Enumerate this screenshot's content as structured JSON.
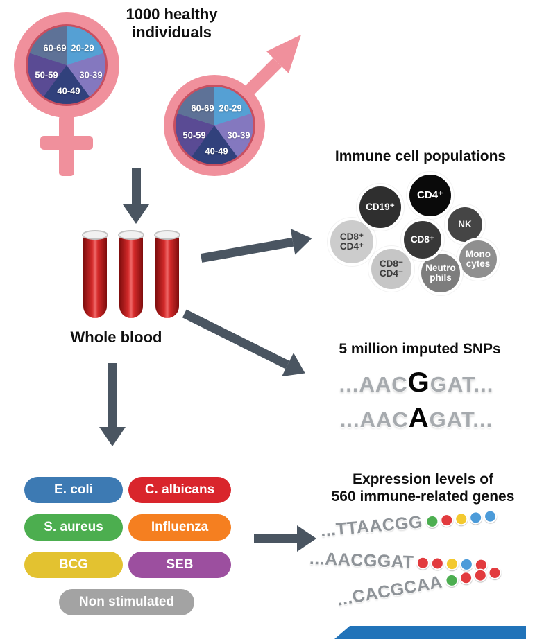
{
  "cohort": {
    "title": "1000 healthy\nindividuals",
    "age_groups": [
      "20-29",
      "30-39",
      "40-49",
      "50-59",
      "60-69"
    ],
    "age_group_colors": [
      "#55a0d4",
      "#8478bf",
      "#31417c",
      "#5a4b94",
      "#5e7297"
    ],
    "symbol_color": "#f0909c"
  },
  "whole_blood": {
    "label": "Whole blood"
  },
  "immune": {
    "title": "Immune cell populations",
    "cells": [
      {
        "label": "CD19⁺",
        "bg": "#2f2f2f",
        "fg": "#ffffff"
      },
      {
        "label": "CD4⁺",
        "bg": "#0a0a0a",
        "fg": "#ffffff"
      },
      {
        "label": "NK",
        "bg": "#454545",
        "fg": "#ffffff"
      },
      {
        "label": "CD8⁺",
        "bg": "#383838",
        "fg": "#ffffff"
      },
      {
        "label": "CD8⁺\nCD4⁺",
        "bg": "#cccccc",
        "fg": "#3c3c3c"
      },
      {
        "label": "Mono\ncytes",
        "bg": "#8f8f8f",
        "fg": "#ffffff"
      },
      {
        "label": "CD8⁻\nCD4⁻",
        "bg": "#c6c6c6",
        "fg": "#3c3c3c"
      },
      {
        "label": "Neutro\nphils",
        "bg": "#7d7d7d",
        "fg": "#ffffff"
      }
    ]
  },
  "snps": {
    "title": "5 million imputed SNPs",
    "sequences": [
      {
        "prefix": "...AAC",
        "variant": "G",
        "suffix": "GAT..."
      },
      {
        "prefix": "...AAC",
        "variant": "A",
        "suffix": "GAT..."
      }
    ]
  },
  "stimulations": [
    {
      "label": "E. coli",
      "color": "#3d7ab3"
    },
    {
      "label": "C. albicans",
      "color": "#d9252c"
    },
    {
      "label": "S. aureus",
      "color": "#4cae4f"
    },
    {
      "label": "Influenza",
      "color": "#f57f20"
    },
    {
      "label": "BCG",
      "color": "#e3c230"
    },
    {
      "label": "SEB",
      "color": "#9c4f9f"
    },
    {
      "label": "Non stimulated",
      "color": "#a3a3a3"
    }
  ],
  "expression": {
    "title": "Expression levels of\n560 immune-related genes",
    "rows": [
      {
        "sequence": "...TTAACGG",
        "beads": [
          "green",
          "red",
          "yellow",
          "blue",
          "blue"
        ]
      },
      {
        "sequence": "...AACGGAT",
        "beads": [
          "red",
          "red",
          "yellow",
          "blue",
          "red"
        ]
      },
      {
        "sequence": "...CACGCAA",
        "beads": [
          "green",
          "red",
          "red",
          "red"
        ]
      }
    ],
    "bead_colors": {
      "green": "#4cae50",
      "red": "#e23b3e",
      "yellow": "#f3c92f",
      "blue": "#4c9bd9"
    }
  },
  "decoration": {
    "arrow_color": "#4a5561",
    "banner_color": "#2173b9"
  }
}
